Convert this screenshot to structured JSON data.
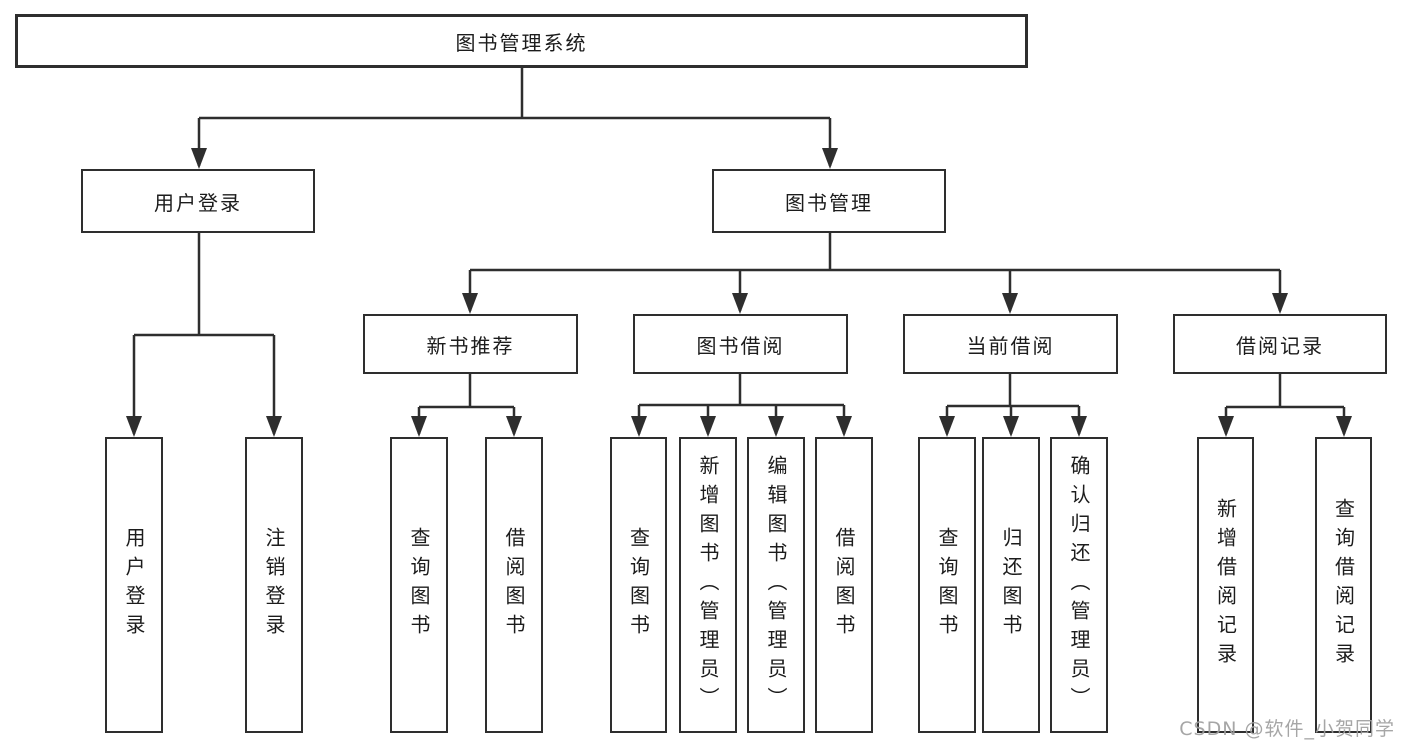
{
  "diagram": {
    "type": "hierarchy",
    "title": "图书管理系统",
    "hierarchy": {
      "图书管理系统": {
        "用户登录": [
          "用户登录",
          "注销登录"
        ],
        "图书管理": {
          "新书推荐": [
            "查询图书",
            "借阅图书"
          ],
          "图书借阅": [
            "查询图书",
            "新增图书（管理员）",
            "编辑图书（管理员）",
            "借阅图书"
          ],
          "当前借阅": [
            "查询图书",
            "归还图书",
            "确认归还（管理员）"
          ],
          "借阅记录": [
            "新增借阅记录",
            "查询借阅记录"
          ]
        }
      }
    }
  },
  "nodes": {
    "root": {
      "label": "图书管理系统"
    },
    "user_login": {
      "label": "用户登录"
    },
    "book_mgmt": {
      "label": "图书管理"
    },
    "new_book_rec": {
      "label": "新书推荐"
    },
    "book_borrow": {
      "label": "图书借阅"
    },
    "current_borrow": {
      "label": "当前借阅"
    },
    "borrow_record": {
      "label": "借阅记录"
    },
    "leaf_user_login": {
      "label": "用户登录"
    },
    "leaf_logout": {
      "label": "注销登录"
    },
    "leaf_rec_query": {
      "label": "查询图书"
    },
    "leaf_rec_borrow": {
      "label": "借阅图书"
    },
    "leaf_bb_query": {
      "label": "查询图书"
    },
    "leaf_bb_add": {
      "label": "新增图书（管理员）"
    },
    "leaf_bb_edit": {
      "label": "编辑图书（管理员）"
    },
    "leaf_bb_borrow": {
      "label": "借阅图书"
    },
    "leaf_cb_query": {
      "label": "查询图书"
    },
    "leaf_cb_return": {
      "label": "归还图书"
    },
    "leaf_cb_confirm": {
      "label": "确认归还（管理员）"
    },
    "leaf_br_add": {
      "label": "新增借阅记录"
    },
    "leaf_br_query": {
      "label": "查询借阅记录"
    }
  },
  "watermark": {
    "text": "CSDN @软件_小贺同学"
  },
  "colors": {
    "line": "#2e2e2e",
    "box_border": "#2e2e2e",
    "text": "#1c1c1c",
    "background": "#ffffff",
    "watermark": "#9e9e9e"
  }
}
